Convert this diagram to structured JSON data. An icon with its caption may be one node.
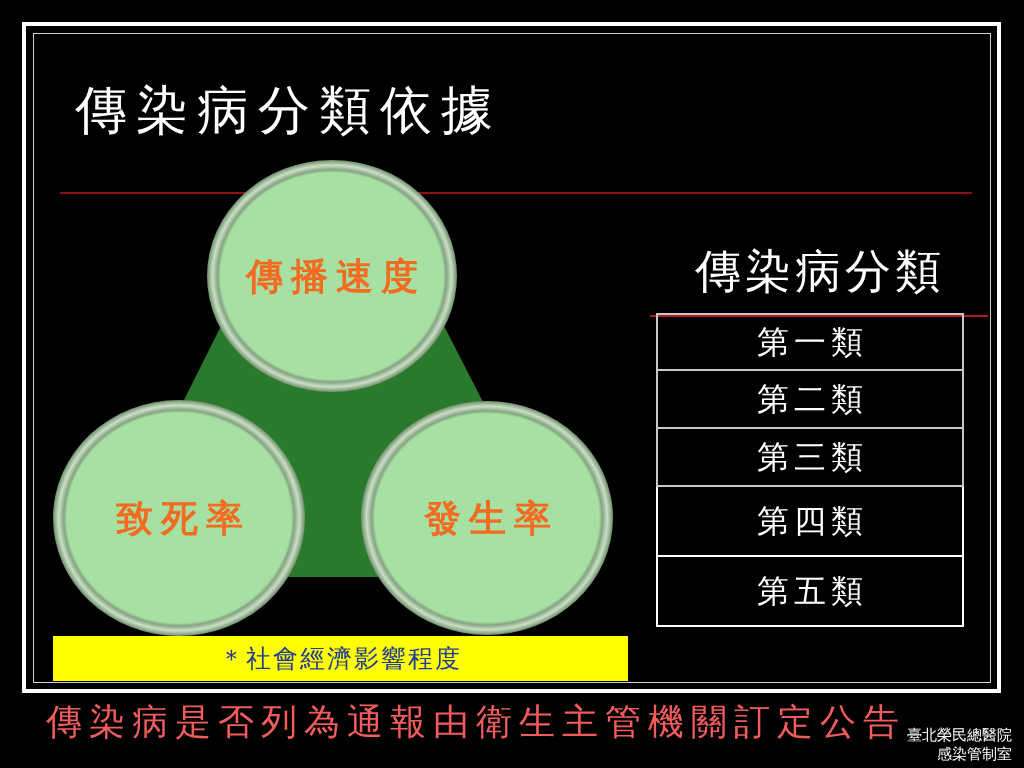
{
  "diagram": {
    "title": "傳染病分類依據",
    "caption": "傳染病是否列為通報由衛生主管機關訂定公告",
    "nodes": [
      {
        "text": [
          "傳播速度"
        ]
      },
      {
        "text": [
          "致死率"
        ]
      },
      {
        "text": [
          "發生率"
        ]
      },
      {
        "text": [],
        "shape": "triangle"
      },
      {
        "text": [
          "＊社會經濟影響程度"
        ]
      },
      {
        "text": [
          "第一類"
        ]
      },
      {
        "text": [
          "第二類"
        ]
      },
      {
        "text": [
          "第三類"
        ]
      },
      {
        "text": [
          "第四類"
        ]
      },
      {
        "text": [
          "第五類"
        ]
      }
    ],
    "labels": [
      "傳染病分類",
      "臺北榮民總醫院",
      "感染管制室"
    ]
  }
}
